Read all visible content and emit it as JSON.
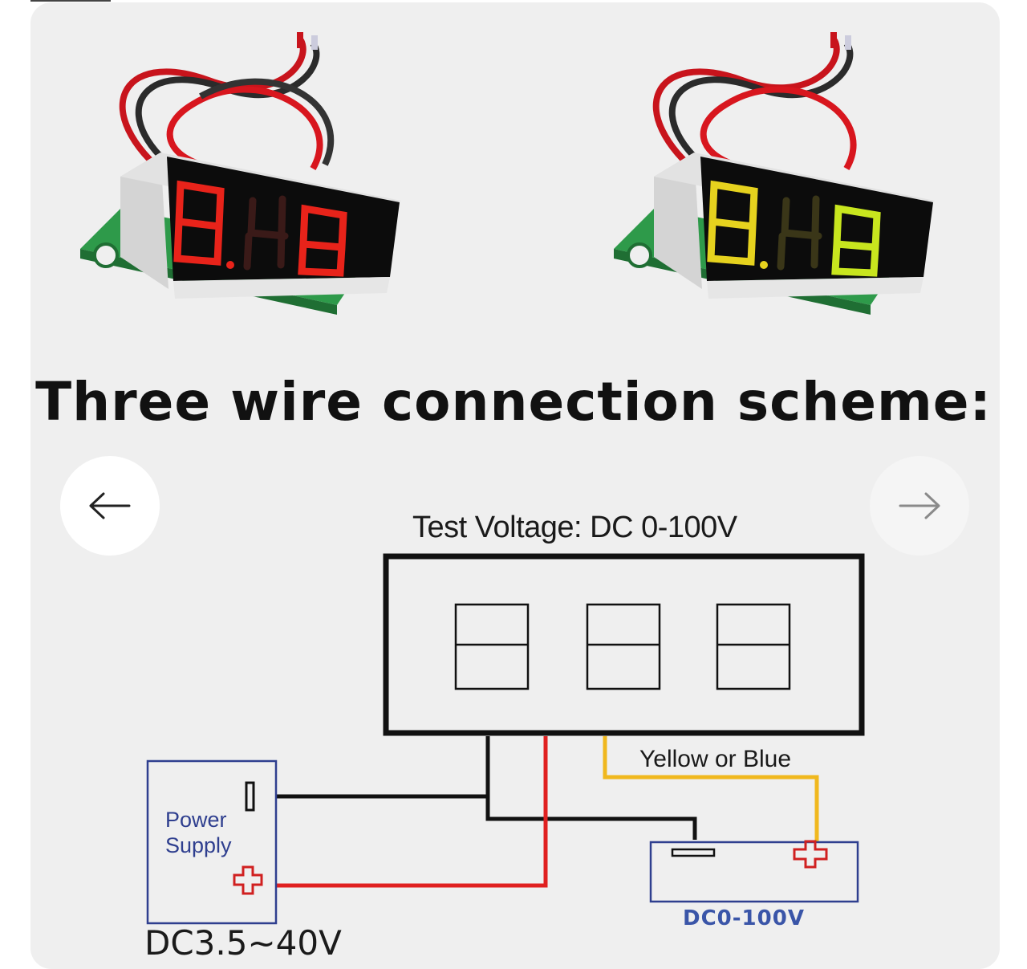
{
  "headline": "Three wire connection scheme:",
  "nav": {
    "prev_icon": "arrow-left-icon",
    "next_icon": "arrow-right-icon"
  },
  "products": [
    {
      "name": "",
      "display_text": "8.48",
      "digit_color": "#e8231a"
    },
    {
      "name": "",
      "display_text": "8.48",
      "digit_color": "#e6d21e"
    }
  ],
  "diagram": {
    "test_voltage_label": "Test Voltage: DC 0-100V",
    "signal_wire_label": "Yellow or Blue",
    "power_supply_line1": "Power",
    "power_supply_line2": "Supply",
    "measured_source_label": "DC0-100V",
    "supply_range_label": "DC3.5~40V",
    "wire_colors": {
      "black": "#111111",
      "red": "#e02020",
      "yellow": "#f0b81e"
    }
  }
}
